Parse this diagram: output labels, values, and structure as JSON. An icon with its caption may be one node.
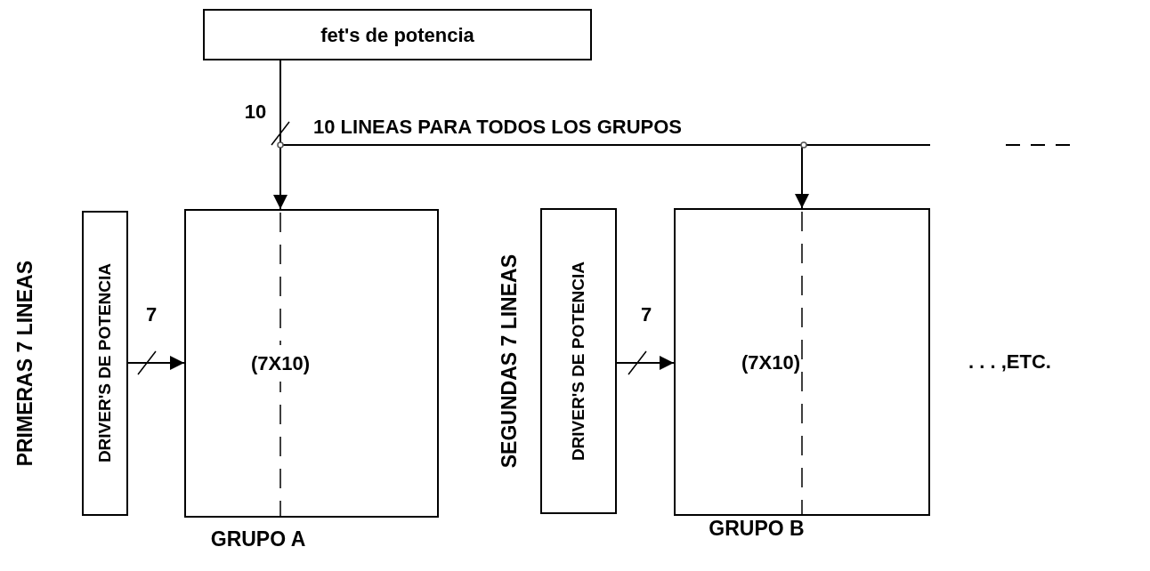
{
  "diagram": {
    "nodes": [
      {
        "text": [
          "fet's de potencia"
        ]
      },
      {
        "text": [
          "DRIVER'S DE POTENCIA"
        ],
        "beside": [
          "PRIMERAS 7 LINEAS"
        ]
      },
      {
        "text": [
          "(7X10)"
        ],
        "beside": [
          "GRUPO A"
        ]
      },
      {
        "text": [
          "DRIVER'S DE POTENCIA"
        ],
        "beside": [
          "SEGUNDAS 7 LINEAS"
        ]
      },
      {
        "text": [
          "(7X10)"
        ],
        "beside": [
          "GRUPO B"
        ]
      }
    ],
    "edges": [
      {
        "from": 0,
        "to": 2,
        "arrow": "to",
        "label": "10"
      },
      {
        "from": 0,
        "to": 4,
        "arrow": "to"
      },
      {
        "from": 0,
        "to": null,
        "arrow": "none"
      },
      {
        "from": 1,
        "to": 2,
        "arrow": "to",
        "label": "7"
      },
      {
        "from": 3,
        "to": 4,
        "arrow": "to",
        "label": "7"
      }
    ],
    "labels": [
      "10 LINEAS PARA TODOS LOS GRUPOS",
      ". . . ,ETC."
    ]
  }
}
